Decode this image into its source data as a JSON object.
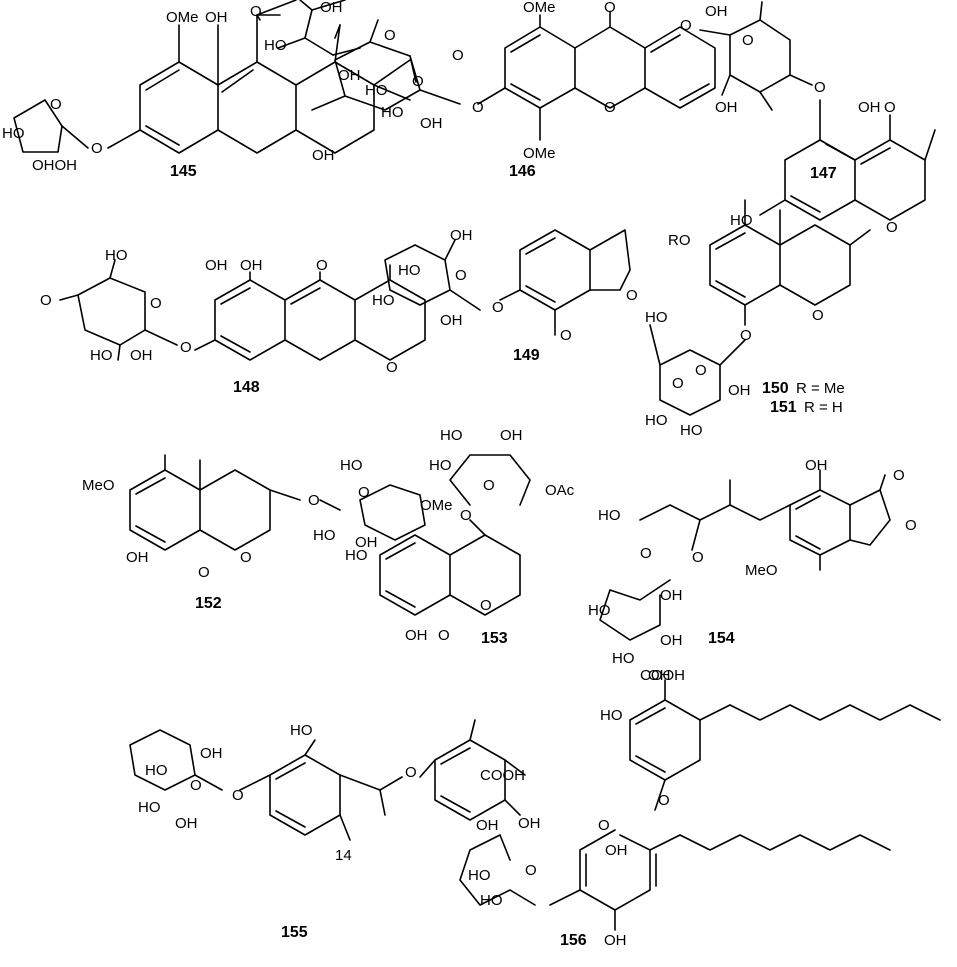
{
  "compounds": {
    "c145": {
      "number": "145",
      "labels": [
        "OMe",
        "OH",
        "O",
        "O",
        "HO",
        "OHOH",
        "O",
        "OH"
      ]
    },
    "c146": {
      "number": "146",
      "labels": [
        "OH",
        "OMe",
        "O",
        "HO",
        "O",
        "O",
        "OH",
        "O",
        "HO",
        "HO",
        "O",
        "OH",
        "O",
        "OMe"
      ]
    },
    "c147": {
      "number": "147",
      "labels": [
        "OH",
        "O",
        "O",
        "OH",
        "O",
        "OH",
        "O",
        "HO",
        "O"
      ]
    },
    "c148": {
      "number": "148",
      "labels": [
        "OH",
        "OH",
        "O",
        "HO",
        "O",
        "O",
        "HO",
        "OH",
        "O",
        "O"
      ]
    },
    "c149": {
      "number": "149",
      "labels": [
        "OH",
        "HO",
        "O",
        "HO",
        "OH",
        "O",
        "O",
        "O"
      ]
    },
    "c150_151": {
      "number_a": "150",
      "suffix_a": "R = Me",
      "number_b": "151",
      "suffix_b": "R = H",
      "labels": [
        "RO",
        "O",
        "O",
        "O",
        "HO",
        "O",
        "HO",
        "OH",
        "HO"
      ]
    },
    "c152": {
      "number": "152",
      "labels": [
        "MeO",
        "HO",
        "O",
        "O",
        "OMe",
        "HO",
        "OH",
        "O",
        "OH",
        "O"
      ]
    },
    "c153": {
      "number": "153",
      "labels": [
        "HO",
        "OH",
        "HO",
        "O",
        "OAc",
        "O",
        "HO",
        "O",
        "OH",
        "O"
      ]
    },
    "c154": {
      "number": "154",
      "labels": [
        "OH",
        "HO",
        "O",
        "O",
        "O",
        "MeO",
        "O",
        "OH",
        "HO",
        "OH",
        "HO",
        "OH"
      ]
    },
    "c155": {
      "number": "155",
      "labels": [
        "OH",
        "HO",
        "O",
        "O",
        "O",
        "COOH",
        "HO",
        "OH",
        "HO",
        "OH",
        "14"
      ]
    },
    "c156": {
      "number": "156",
      "labels": [
        "COOH",
        "HO",
        "O",
        "O",
        "OH",
        "OH",
        "O",
        "HO",
        "HO",
        "OH"
      ]
    }
  }
}
